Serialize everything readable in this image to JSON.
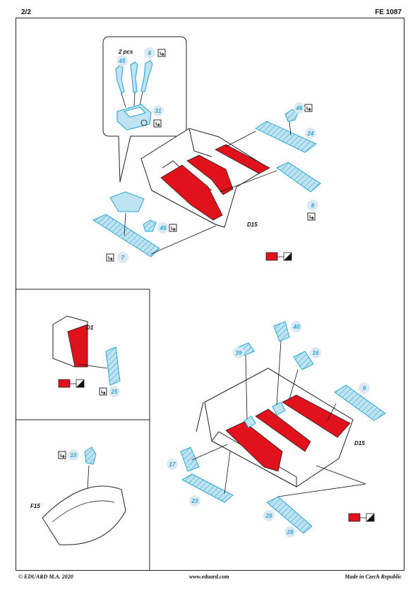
{
  "header": {
    "page": "2/2",
    "code": "FE 1087"
  },
  "footer": {
    "copyright": "© EDUARD  M.A. 2020",
    "website": "www.eduard.com",
    "origin": "Made in Czech Republic"
  },
  "colors": {
    "red": "#e1121b",
    "blue": "#2aa6d6",
    "light_blue": "#bfe3f1",
    "ink": "#111111",
    "bubble": "#dde9f2"
  },
  "icons": {
    "flip": "bend-arrow-icon",
    "paint": "paint-swatch-icon"
  },
  "callout": {
    "note": "2 pcs"
  },
  "parts": {
    "p6": "6",
    "p45": "45",
    "p31": "31",
    "p46a": "46",
    "p24": "24",
    "p8": "8",
    "p46b": "46",
    "p7": "7",
    "p25": "25",
    "p10": "10",
    "p39": "39",
    "p40": "40",
    "p16": "16",
    "p9": "9",
    "p17": "17",
    "p23": "23",
    "p29": "29",
    "p28": "28"
  },
  "refs": {
    "d15_top": "D15",
    "d1": "D1",
    "f15": "F15",
    "d15_bottom": "D15"
  }
}
